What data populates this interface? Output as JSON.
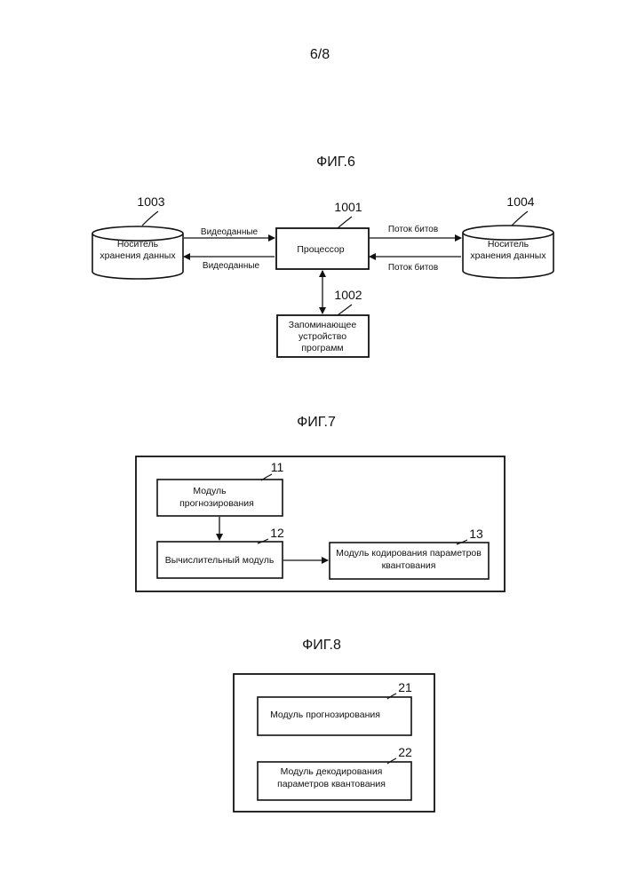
{
  "page_number": "6/8",
  "fig6": {
    "title": "ФИГ.6",
    "storage_in": {
      "ref": "1003",
      "line1": "Носитель",
      "line2": "хранения данных"
    },
    "processor": {
      "ref": "1001",
      "label": "Процессор"
    },
    "storage_out": {
      "ref": "1004",
      "line1": "Носитель",
      "line2": "хранения данных"
    },
    "memory": {
      "ref": "1002",
      "line1": "Запоминающее",
      "line2": "устройство",
      "line3": "программ"
    },
    "arrow_video_in": "Видеоданные",
    "arrow_video_out": "Видеоданные",
    "arrow_bitstream_out": "Поток битов",
    "arrow_bitstream_in": "Поток битов"
  },
  "fig7": {
    "title": "ФИГ.7",
    "prediction": {
      "ref": "11",
      "line1": "Модуль",
      "line2": "прогнозирования"
    },
    "computation": {
      "ref": "12",
      "label": "Вычислительный модуль"
    },
    "qp_encoder": {
      "ref": "13",
      "line1": "Модуль кодирования параметров",
      "line2": "квантования"
    }
  },
  "fig8": {
    "title": "ФИГ.8",
    "prediction": {
      "ref": "21",
      "label": "Модуль прогнозирования"
    },
    "qp_decoder": {
      "ref": "22",
      "line1": "Модуль декодирования",
      "line2": "параметров квантования"
    }
  }
}
